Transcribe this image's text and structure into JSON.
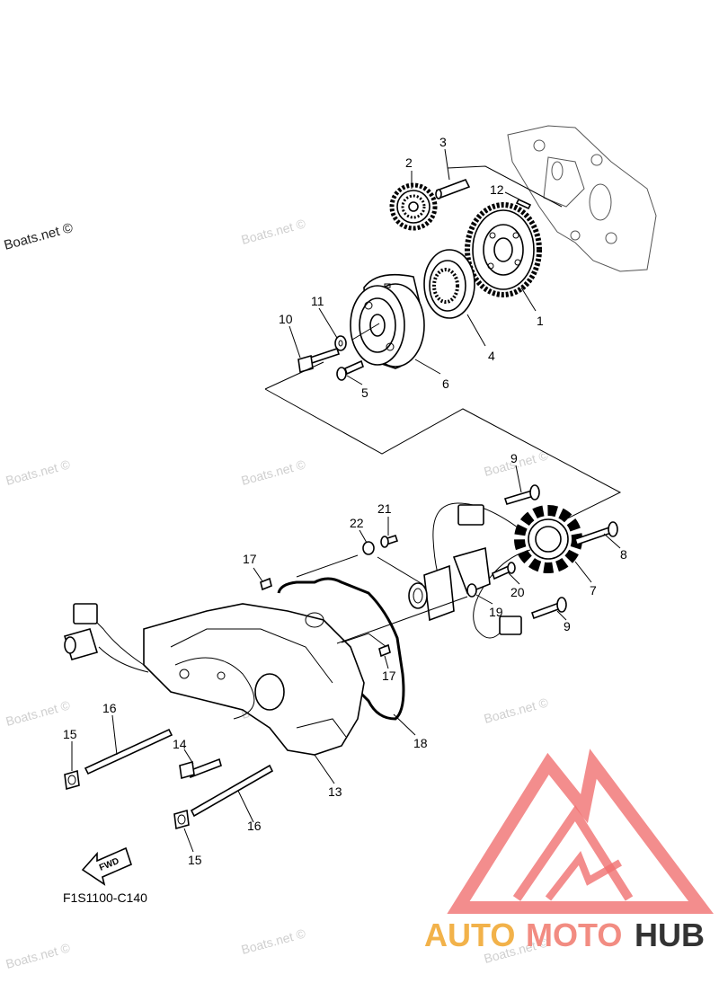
{
  "diagram": {
    "code": "F1S1100-C140",
    "fwd_label": "FWD",
    "watermark": "Boats.net ©",
    "brand": {
      "part1": "AUTO",
      "part2": "MOTO",
      "part3": "HUB",
      "color1": "#f2b24a",
      "color2": "#f28c82",
      "color3": "#333333",
      "logo_color": "#f07070"
    }
  },
  "callouts": {
    "c1": "1",
    "c2": "2",
    "c3": "3",
    "c4": "4",
    "c5": "5",
    "c6": "6",
    "c7": "7",
    "c8": "8",
    "c9a": "9",
    "c9b": "9",
    "c10": "10",
    "c11": "11",
    "c12": "12",
    "c13": "13",
    "c14": "14",
    "c15a": "15",
    "c15b": "15",
    "c16a": "16",
    "c16b": "16",
    "c17a": "17",
    "c17b": "17",
    "c18": "18",
    "c19": "19",
    "c20": "20",
    "c21": "21",
    "c22": "22"
  }
}
